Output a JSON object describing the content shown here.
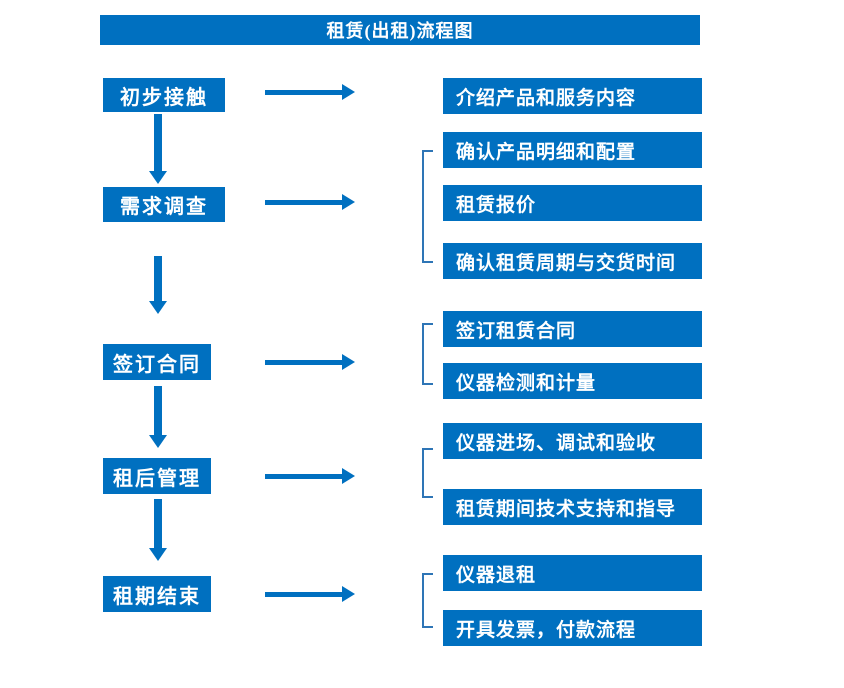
{
  "title": "租赁(出租)流程图",
  "colors": {
    "primary": "#0070C0",
    "bracket": "#2e75b6",
    "text_on_primary": "#ffffff",
    "background": "#ffffff"
  },
  "flow": [
    {
      "stage": "初步接触",
      "outputs": [
        "介绍产品和服务内容"
      ]
    },
    {
      "stage": "需求调查",
      "outputs": [
        "确认产品明细和配置",
        "租赁报价",
        "确认租赁周期与交货时间"
      ]
    },
    {
      "stage": "签订合同",
      "outputs": [
        "签订租赁合同",
        "仪器检测和计量"
      ]
    },
    {
      "stage": "租后管理",
      "outputs": [
        "仪器进场、调试和验收",
        "租赁期间技术支持和指导"
      ]
    },
    {
      "stage": "租期结束",
      "outputs": [
        "仪器退租",
        "开具发票，付款流程"
      ]
    }
  ]
}
